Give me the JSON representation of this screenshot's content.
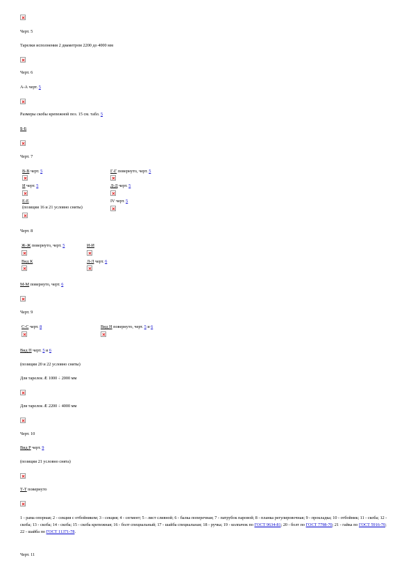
{
  "page": {
    "cap5": "Черт. 5",
    "cap_tarelka": "Тарелки исполнения 2 диаметром 2200 до 4000 мм",
    "cap6": "Черт. 6",
    "aa": "А-А",
    "cherta": "черт.",
    "n5": "5",
    "n6": "6",
    "n8": "8",
    "n9": "9",
    "razmery": "Размеры скобы крепежной поз. 15 см. табл.",
    "bb": "Б-Б",
    "cap7": "Черт. 7",
    "vv": "В-В",
    "gg": "Г-Г",
    "povernuto": "повернуто,",
    "povernuto_bare": "повернуто",
    "ii": "И",
    "dd": "Д-Д",
    "ee": "Е-Е",
    "iv": "IV",
    "poz16": "(позиции 16 и 21 условно сняты)",
    "cap8": "Черт. 8",
    "zhzh": "Ж-Ж",
    "ii2": "И-И",
    "vidk": "Вид К",
    "ll": "Л-Л",
    "mm": "М-М",
    "cap9": "Черт. 9",
    "ss": "С-С",
    "vidn": "Вид Н",
    "vidp": "Вид П",
    "and": "и",
    "poz20": "(позиции 20 и 22 условно сняты)",
    "dlya1000": "Для тарелок Æ 1000 ÷ 2000 мм",
    "dlya2200": "Для тарелок Æ 2200 ÷ 4000 мм",
    "cap10": "Черт. 10",
    "vidr": "Вид Р",
    "poz21": "(позиции 21 условно снята)",
    "tt": "Т-Т",
    "legend_1": "1 - рама опорная; 2 - секция с отбойником; 3 - секция; 4 - сегмент; 5 - лист сливной; 6 - балка поперечная; 7 - патрубок паровой; 8 - планка регулировочная; 9 - прокладка; 10 - отбойник; 11 - скоба; 12 - скоба; 13 - скоба; 14 - скоба; 15 - скоба крепежная; 16 - болт специальный; 17 - шайба специальная; 18 - ручка; 19 - колпачок по",
    "gost1": "ГОСТ 9634-81",
    "legend_2": "; 20 - болт по",
    "gost2": "ГОСТ 7798-70",
    "legend_3": "; 21 - гайка по",
    "gost3": "ГОСТ 5916-70",
    "legend_4": "; 22 - шайба по",
    "gost4": "ГОСТ 11371-78",
    "dot": ".",
    "cap11": "Черт. 11"
  }
}
